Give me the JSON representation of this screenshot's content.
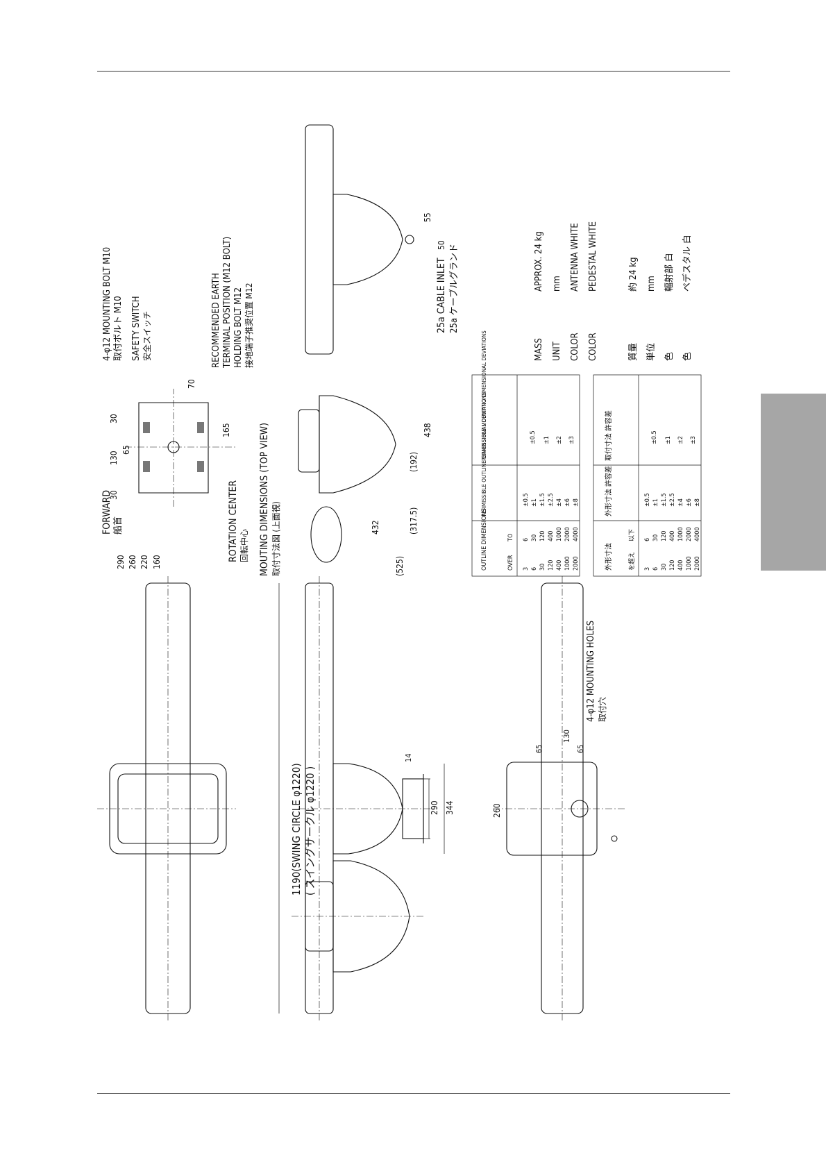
{
  "labels": {
    "mounting_bolt": "4-φ12 MOUNTING BOLT M10",
    "mounting_bolt_jp": "取付ボルト M10",
    "safety_switch": "SAFETY SWITCH",
    "safety_switch_jp": "安全スイッチ",
    "earth_1": "RECOMMENDED EARTH",
    "earth_2": "TERMINAL POSITION (M12 BOLT)",
    "holding_bolt": "HOLDING BOLT M12",
    "earth_jp": "接地端子推奨位置 M12",
    "forward": "FORWARD",
    "forward_jp": "船首",
    "rotation_center": "ROTATION CENTER",
    "rotation_center_jp": "回転中心",
    "top_view": "MOUTING DIMENSIONS (TOP VIEW)",
    "top_view_jp": "取付寸法図 (上面視)",
    "cable_inlet": "25a CABLE INLET",
    "cable_inlet_jp": "25a ケーブルグランド",
    "swing_circle": "1190(SWING CIRCLE φ1220)",
    "swing_circle_jp": "( スイングサークル φ1220 )",
    "mounting_holes": "4-φ12 MOUNTING HOLES",
    "mounting_holes_jp": "取付穴"
  },
  "dimensions": {
    "d30a": "30",
    "d130": "130",
    "d30b": "30",
    "d65": "65",
    "d160": "160",
    "d220": "220",
    "d260": "260",
    "d290": "290",
    "d70": "70",
    "d165": "165",
    "d525": "(525)",
    "d432": "432",
    "d317": "(317.5)",
    "d192": "(192)",
    "d438": "438",
    "d55": "55",
    "d50": "50",
    "d14": "14",
    "d290b": "290",
    "d344": "344",
    "d130b": "130",
    "d65a": "65",
    "d65b": "65",
    "d260b": "260"
  },
  "specs": [
    {
      "label": "MASS",
      "value": "APPROX.  24 kg"
    },
    {
      "label": "UNIT",
      "value": "mm"
    },
    {
      "label": "COLOR",
      "value": "ANTENNA   WHITE"
    },
    {
      "label": "COLOR",
      "value": "PEDESTAL   WHITE"
    },
    {
      "label": "質量",
      "value": "約 24 kg"
    },
    {
      "label": "単位",
      "value": "mm"
    },
    {
      "label": "色",
      "value": "輻射部   白"
    },
    {
      "label": "色",
      "value": "ペデスタル  白"
    }
  ],
  "table_en": {
    "h_outline": "OUTLINE DIMENSIONS",
    "h_over": "OVER",
    "h_to": "TO",
    "h_perm_outline": "PERMISSIBLE OUTLINE DIMENSIONAL DEVIATIONS",
    "h_perm_mount": "PERMISSIBLE MOUNTING DIMENSIONAL DEVIATIONS",
    "rows": [
      [
        "3",
        "6",
        "±0.5"
      ],
      [
        "6",
        "30",
        "±1"
      ],
      [
        "30",
        "120",
        "±1.5"
      ],
      [
        "120",
        "400",
        "±2.5"
      ],
      [
        "400",
        "1000",
        "±4"
      ],
      [
        "1000",
        "2000",
        "±6"
      ],
      [
        "2000",
        "4000",
        "±8"
      ]
    ],
    "mount": [
      "±0.5",
      "±1",
      "±2",
      "±3"
    ]
  },
  "table_jp": {
    "h_outline": "外形寸法",
    "h_over": "を超え",
    "h_to": "以下",
    "h_perm_outline": "外形寸法 許容差",
    "h_perm_mount": "取付寸法 許容差",
    "rows": [
      [
        "3",
        "6",
        "±0.5"
      ],
      [
        "6",
        "30",
        "±1"
      ],
      [
        "30",
        "120",
        "±1.5"
      ],
      [
        "120",
        "400",
        "±2.5"
      ],
      [
        "400",
        "1000",
        "±4"
      ],
      [
        "1000",
        "2000",
        "±6"
      ],
      [
        "2000",
        "4000",
        "±8"
      ]
    ],
    "mount": [
      "±0.5",
      "±1",
      "±2",
      "±3"
    ]
  }
}
